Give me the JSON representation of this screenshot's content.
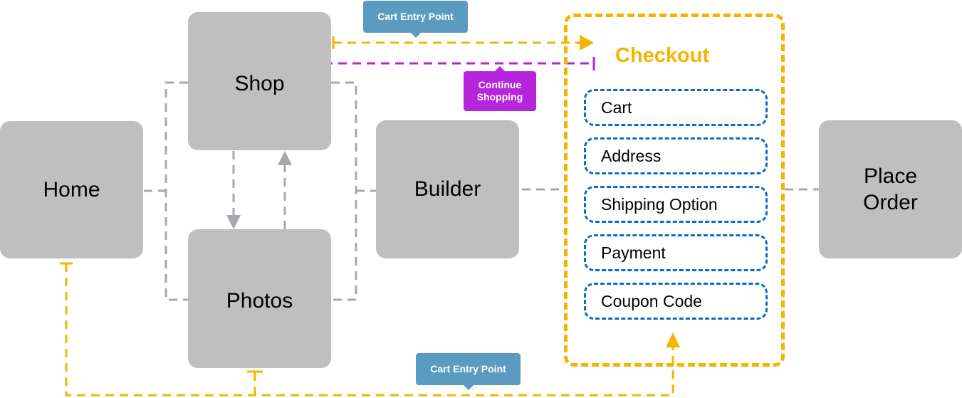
{
  "diagram": {
    "title": "Shopping flow",
    "colors": {
      "node_fill": "#bfbfbf",
      "connector_gray": "#a6a9ad",
      "cart_entry": "#f5b400",
      "continue_shopping": "#b624dc",
      "checkout_step": "#0b6bc9",
      "label_blue": "#5b9bc2"
    },
    "nodes": {
      "home": "Home",
      "shop": "Shop",
      "photos": "Photos",
      "builder": "Builder",
      "place_order_line1": "Place",
      "place_order_line2": "Order"
    },
    "checkout": {
      "title": "Checkout",
      "steps": [
        "Cart",
        "Address",
        "Shipping Option",
        "Payment",
        "Coupon Code"
      ]
    },
    "labels": {
      "cart_entry_top": "Cart Entry Point",
      "continue_line1": "Continue",
      "continue_line2": "Shopping",
      "cart_entry_bottom": "Cart Entry Point"
    },
    "edges": [
      {
        "from": "Home",
        "to": "Shop",
        "style": "gray-dashed"
      },
      {
        "from": "Home",
        "to": "Photos",
        "style": "gray-dashed"
      },
      {
        "from": "Shop",
        "to": "Photos",
        "style": "gray-dashed-arrow"
      },
      {
        "from": "Photos",
        "to": "Shop",
        "style": "gray-dashed-arrow"
      },
      {
        "from": "Shop",
        "to": "Builder",
        "style": "gray-dashed"
      },
      {
        "from": "Photos",
        "to": "Builder",
        "style": "gray-dashed"
      },
      {
        "from": "Builder",
        "to": "Checkout",
        "style": "gray-dashed"
      },
      {
        "from": "Checkout",
        "to": "Place Order",
        "style": "gray-dashed"
      },
      {
        "from": "Shop",
        "to": "Checkout",
        "style": "yellow-dashed-arrow",
        "label": "Cart Entry Point"
      },
      {
        "from": "Checkout",
        "to": "Shop",
        "style": "purple-dashed-arrow",
        "label": "Continue Shopping"
      },
      {
        "from": "Home",
        "to": "Checkout",
        "style": "yellow-dashed-arrow",
        "label": "Cart Entry Point"
      },
      {
        "from": "Photos",
        "to": "Checkout",
        "style": "yellow-dashed-arrow",
        "label": "Cart Entry Point"
      }
    ]
  }
}
